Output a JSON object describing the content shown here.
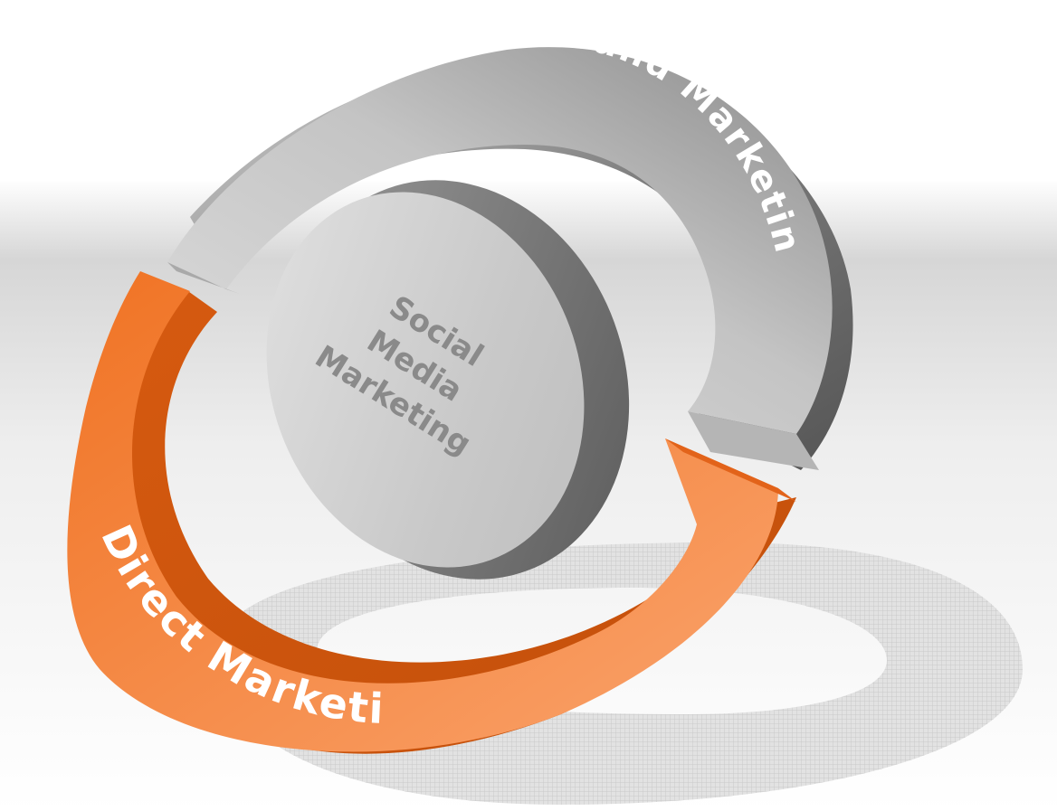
{
  "diagram": {
    "segments": [
      {
        "id": "brand",
        "label": "Brand Marketing",
        "color": "#9a9a9a"
      },
      {
        "id": "direct",
        "label": "Direct Marketing",
        "color": "#f47c30"
      }
    ],
    "center": {
      "lines": [
        "Social",
        "Media",
        "Marketing"
      ],
      "color": "#8a8a8a"
    }
  }
}
